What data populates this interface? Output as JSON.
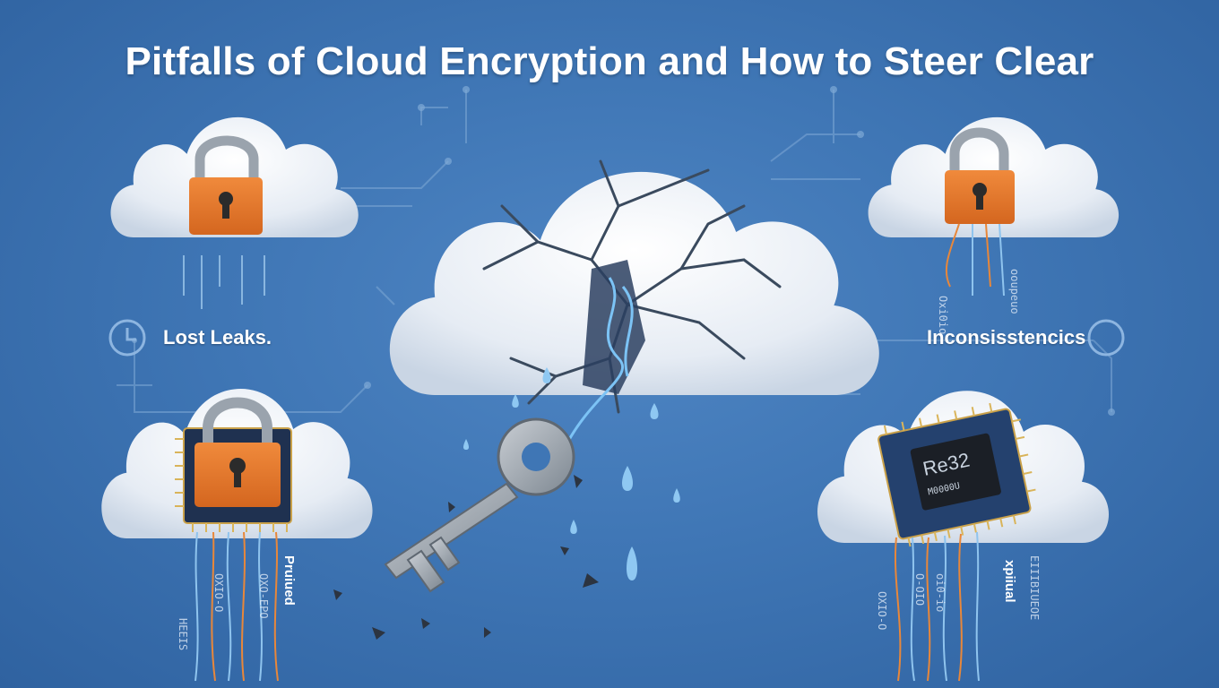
{
  "title": "Pitfalls of Cloud Encryption and How to Steer Clear",
  "labels": {
    "left": "Lost Leaks.",
    "right": "Inconsisstencics"
  },
  "decorative_text": {
    "bottom_left_vertical": "Pruiued",
    "bottom_right_vertical": "xpiiual",
    "chip_main": "Re32",
    "chip_sub": "M0000U"
  },
  "icons": [
    "cloud-icon",
    "padlock-icon",
    "broken-cloud-icon",
    "key-icon",
    "microchip-icon",
    "clock-icon",
    "water-drop-icon",
    "circuit-trace-icon"
  ],
  "colors": {
    "background": "#3f76b5",
    "cloud": "#eef2f7",
    "padlock": "#e8782e",
    "shackle": "#9aa3ad",
    "chip": "#1f3150",
    "wire_orange": "#e8873a",
    "wire_blue": "#8fc4ee"
  }
}
